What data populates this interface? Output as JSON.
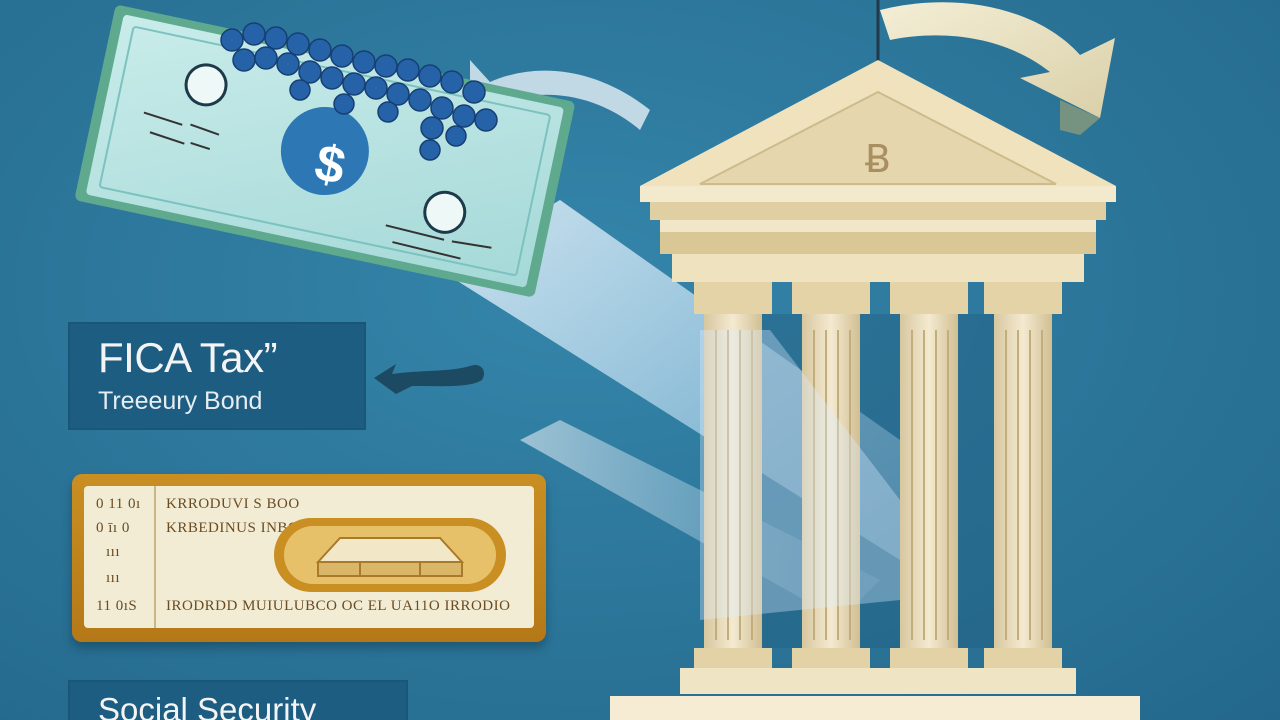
{
  "fica": {
    "title": "FICA Tax”",
    "subtitle": "Treeeury Bond"
  },
  "social_security": {
    "label": "Social Security"
  },
  "bond_card": {
    "left_marks": [
      "0 11 0ı",
      "0 īı 0",
      "ııı",
      "ııı",
      "11 0ıS"
    ],
    "line1": "KRRODUVI S BOO",
    "line2": "KRBEDINUS INBOP",
    "line3": "IRODRDD MUIULUBCO OC EL UA11O IRRODIO"
  },
  "bank": {
    "pediment_symbol": "Ƀ"
  },
  "banknote": {
    "symbol": "$"
  },
  "colors": {
    "background": "#2c779c",
    "label_box": "#1d5d82",
    "building": "#efe4c4",
    "bond_frame": "#c98f22"
  }
}
